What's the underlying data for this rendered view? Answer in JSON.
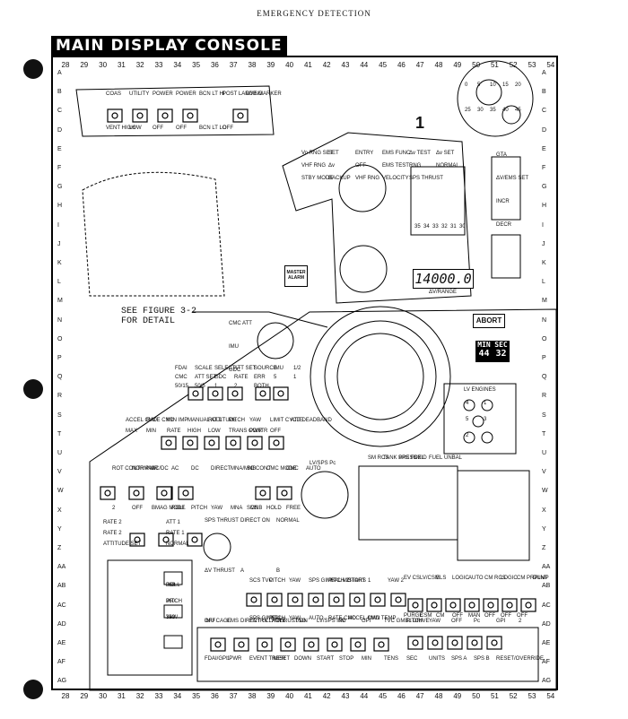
{
  "document": {
    "header": "EMERGENCY DETECTION",
    "title": "MAIN DISPLAY CONSOLE",
    "callout_number": "1",
    "figure_ref": "SEE FIGURE 3-2\nFOR DETAIL"
  },
  "ruler": {
    "columns": [
      "28",
      "29",
      "30",
      "31",
      "32",
      "33",
      "34",
      "35",
      "36",
      "37",
      "38",
      "39",
      "40",
      "41",
      "42",
      "43",
      "44",
      "45",
      "46",
      "47",
      "48",
      "49",
      "50",
      "51",
      "52",
      "53",
      "54"
    ],
    "rows": [
      "A",
      "B",
      "C",
      "D",
      "E",
      "F",
      "G",
      "H",
      "I",
      "J",
      "K",
      "L",
      "M",
      "N",
      "O",
      "P",
      "Q",
      "R",
      "S",
      "T",
      "U",
      "V",
      "W",
      "X",
      "Y",
      "Z",
      "AA",
      "AB",
      "AC",
      "AD",
      "AE",
      "AF",
      "AG"
    ]
  },
  "panel": {
    "utility": {
      "labels": [
        "COAS",
        "UTILITY",
        "POWER",
        "POWER",
        "BCN LT HI",
        "POST LANDING",
        "DYE MARKER",
        "VENT HIGH",
        "LOW",
        "OFF",
        "OFF",
        "BCN LT LO",
        "OFF"
      ]
    },
    "ems": {
      "labels": [
        "Vo RNG SET",
        "SET",
        "ENTRY",
        "EMS FUNC",
        "Δv TEST",
        "Δv SET",
        "VHF RNG",
        "Δv",
        "OFF",
        "EMS TEST",
        "RNG",
        "NORMAL",
        "STBY MODE",
        "BACKUP",
        "VHF RNG",
        "VELOCITY",
        "SPS THRUST"
      ],
      "scale": [
        "35",
        "34",
        "33",
        "32",
        "31",
        "30"
      ]
    },
    "gta": {
      "labels": [
        "GTA",
        "ΔV/EMS SET",
        "INCR",
        "DECR"
      ]
    },
    "range_display": {
      "value": "14000.0",
      "label": "ΔV/RANGE"
    },
    "master_alarm": {
      "label": "MASTER\nALARM"
    },
    "abort": {
      "label": "ABORT"
    },
    "timer": {
      "min_label": "MIN",
      "sec_label": "SEC",
      "min_value": "44",
      "sec_value": "32"
    },
    "lv_engines": {
      "label": "LV ENGINES",
      "numbers": [
        "4",
        "1",
        "5",
        "3",
        "2"
      ]
    },
    "fdai": {
      "labels": [
        "FDAI",
        "SCALE",
        "SELECT",
        "ATT SET",
        "SOURCE",
        "IMU",
        "1/2",
        "CMC",
        "ATT SET",
        "GDC",
        "RATE",
        "ERR",
        "5",
        "1",
        "50/15",
        "50/5",
        "1",
        "2",
        "BOTH"
      ]
    },
    "cmc_att": {
      "labels": [
        "CMC ATT",
        "IMU",
        "GDC"
      ]
    },
    "manual_attitude": {
      "labels": [
        "ACCEL CMD",
        "RATE CMD",
        "MIN IMP",
        "MANUAL ATTITUDE",
        "ROLL",
        "PITCH",
        "YAW",
        "LIMIT CYCLE",
        "ATT DEADBAND",
        "MAX",
        "MIN",
        "RATE",
        "HIGH",
        "LOW",
        "TRANS CONTR",
        "PWR",
        "OFF"
      ]
    },
    "rot_contr": {
      "labels": [
        "ROT CONTR PWR",
        "NORMAL",
        "AC/DC",
        "AC",
        "DC",
        "DIRECT",
        "MNA/MNB",
        "1",
        "2",
        "OFF",
        "BMAG MODE",
        "ROLL",
        "PITCH",
        "YAW",
        "MNA",
        "MNB"
      ]
    },
    "sc_cont": {
      "labels": [
        "SC CONT",
        "CMC MODE",
        "CMC",
        "AUTO",
        "SCS",
        "HOLD",
        "FREE"
      ]
    },
    "lv_sps": {
      "labels": [
        "LV/SPS Pc"
      ]
    },
    "tank_press": {
      "labels": [
        "SM RCS",
        "TANK PRESS",
        "SPS FUEL",
        "OXID",
        "FUEL",
        "UNBAL"
      ]
    },
    "rate_att": {
      "labels": [
        "RATE 2",
        "ATT 1",
        "RATE 2",
        "RATE 1",
        "ATTITUDE SET",
        "NORMAL"
      ]
    },
    "sps_thrust": {
      "labels": [
        "SPS THRUST",
        "DIRECT ON",
        "NORMAL",
        "ΔV THRUST",
        "A",
        "B",
        "OFF",
        "DIRECT ULLAGE",
        "THRUST ON"
      ]
    },
    "ordeal": {
      "labels": [
        "ROLL",
        "360",
        "PITCH",
        "360",
        "YAW",
        "360"
      ]
    },
    "sps_gimbal": {
      "labels": [
        "SCS TVC",
        "PITCH",
        "YAW",
        "SPS GIMBAL MOTORS",
        "PITCH 2",
        "START",
        "1",
        "YAW 2",
        "SPS GIMBAL",
        "PITCH",
        "YAW",
        "AUTO",
        "RATE CMD",
        "ACCEL CMD",
        "MAN TEMP"
      ]
    },
    "els": {
      "labels": [
        "EV CS",
        "LV/CSM",
        "ELS",
        "LOGIC",
        "AUTO",
        "CM RCS",
        "LOGIC",
        "CM PRPLNT",
        "DUMP",
        "PURGE",
        "CSM",
        "CM",
        "OFF",
        "MAN",
        "OFF",
        "OFF",
        "OFF"
      ]
    },
    "bottom_row": {
      "labels": [
        "IMU CAGE",
        "EMS",
        "ENTRY",
        "ROLL",
        ".05G",
        "LV/SPS IND",
        "Pc",
        "GPI",
        "TVC GMBL DRIVE",
        "PITCH",
        "YAW",
        "OFF",
        "Pc",
        "GPI",
        "2",
        "FDAI/GPI PWR",
        "1",
        "EVENT TIMER",
        "RESET",
        "DOWN",
        "START",
        "STOP",
        "MIN",
        "TENS",
        "SEC",
        "UNITS",
        "SPS A",
        "SPS B",
        "RESET/OVERRIDE"
      ]
    },
    "gauge": {
      "scale": [
        "0",
        "5",
        "10",
        "15",
        "20",
        "25",
        "30",
        "35",
        "40",
        "45"
      ]
    }
  }
}
